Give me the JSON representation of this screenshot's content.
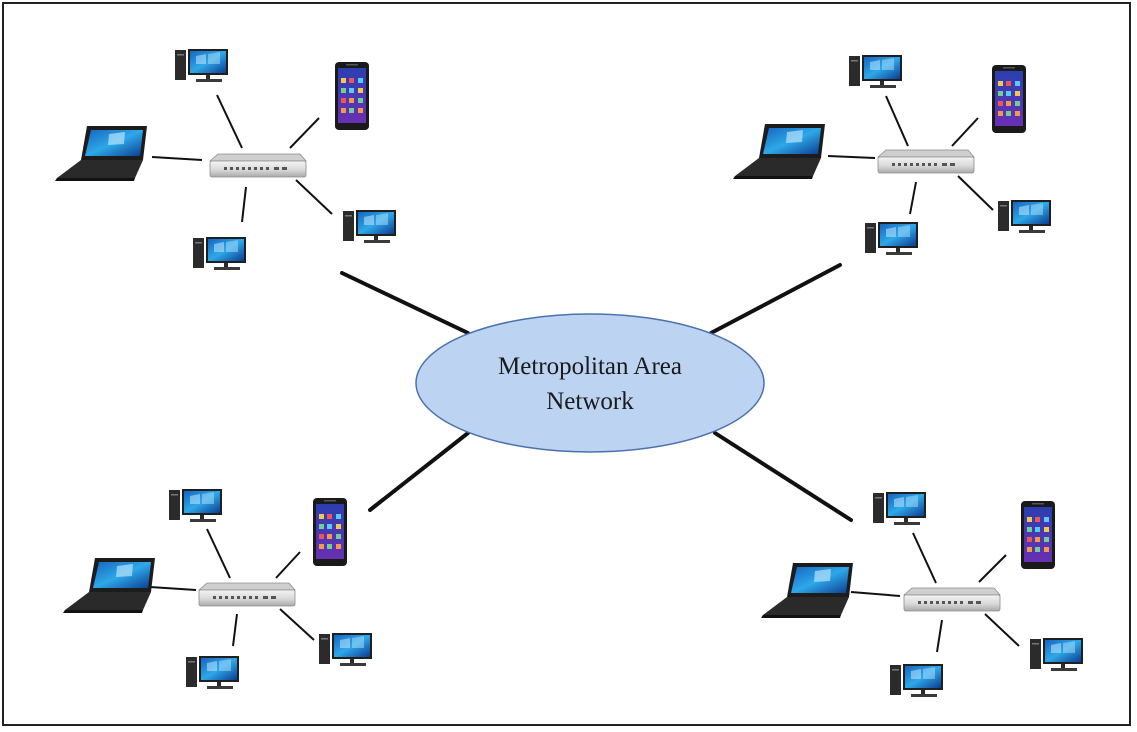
{
  "diagram": {
    "center": {
      "label_line1": "Metropolitan Area",
      "label_line2": "Network",
      "fill_color": "#bcd3f2",
      "stroke_color": "#4a72b0"
    },
    "link_color": "#111111",
    "clusters": [
      {
        "name": "top-left"
      },
      {
        "name": "top-right"
      },
      {
        "name": "bottom-left"
      },
      {
        "name": "bottom-right"
      }
    ],
    "devices_per_cluster": [
      "switch",
      "laptop",
      "desktop",
      "smartphone",
      "desktop",
      "desktop"
    ]
  }
}
